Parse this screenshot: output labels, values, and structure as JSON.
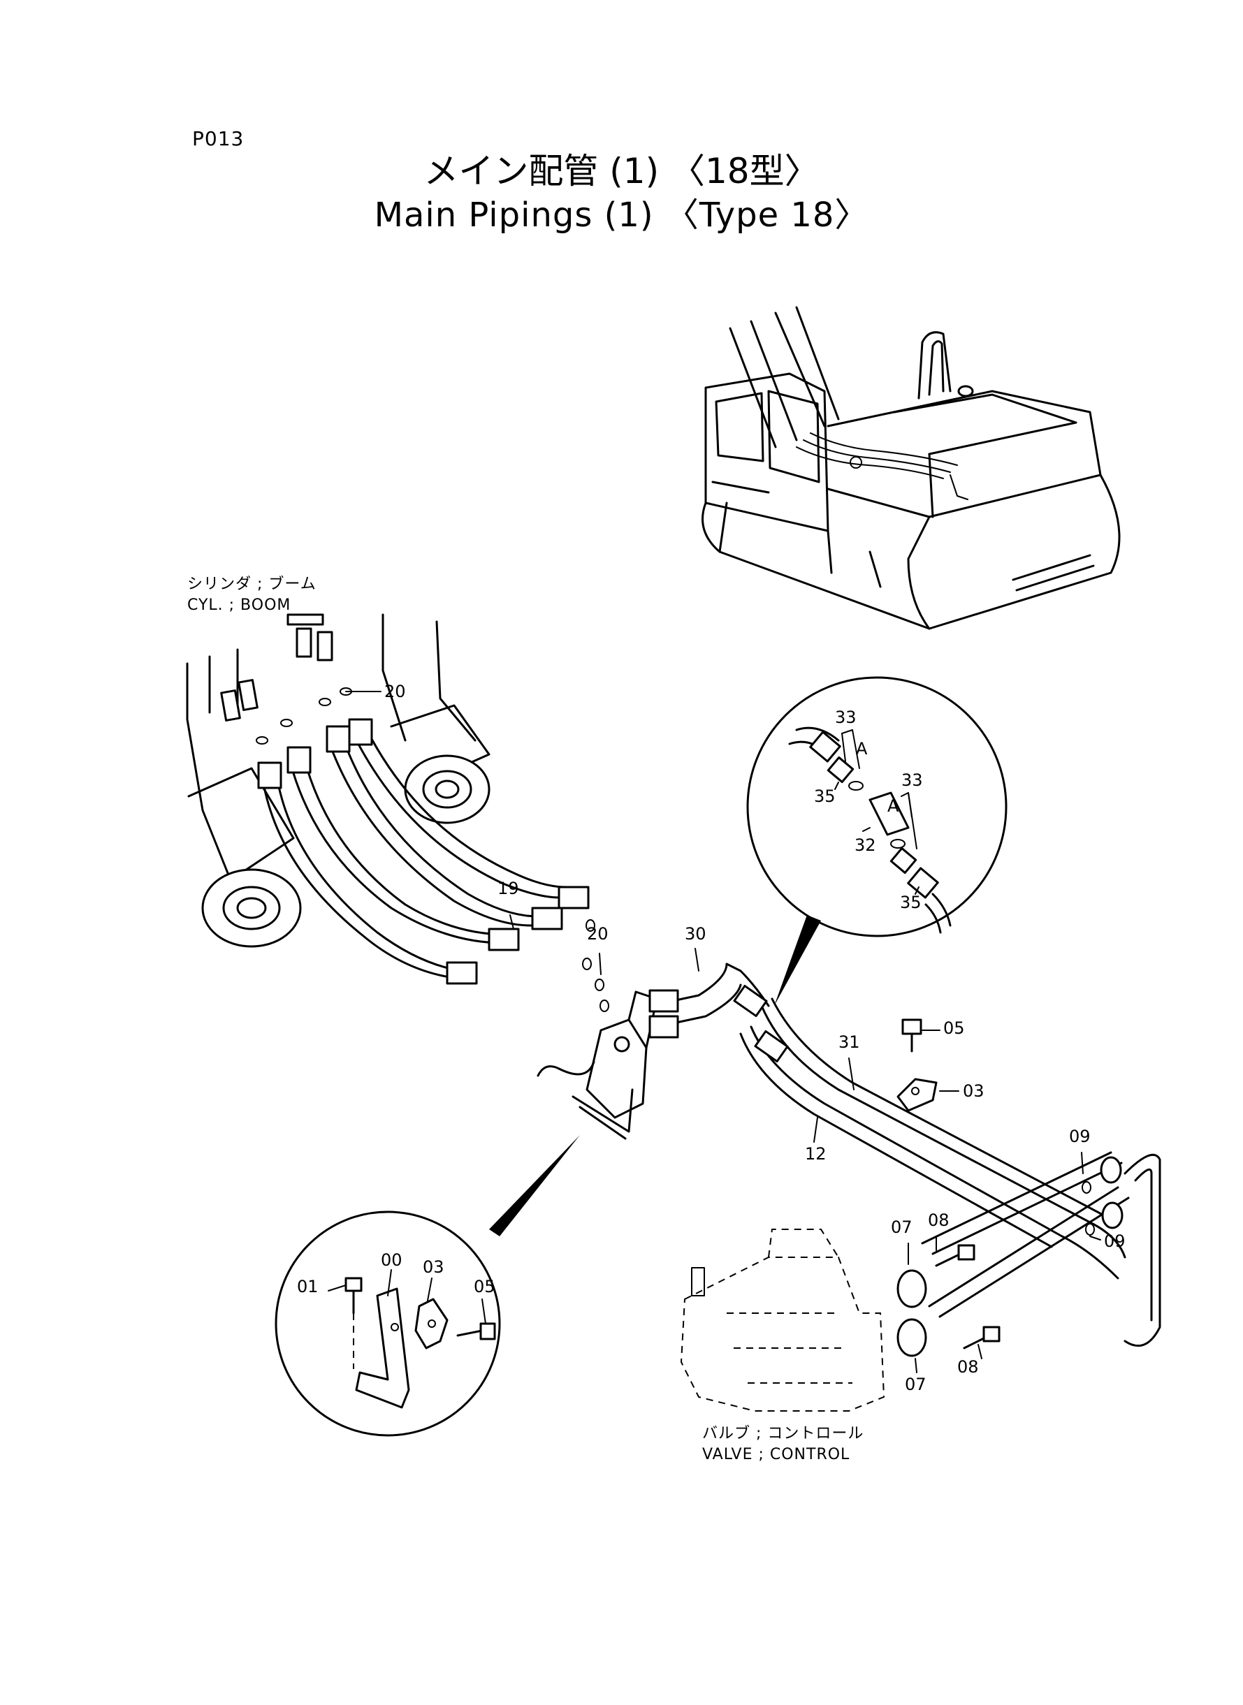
{
  "page_code": "P013",
  "title_jp": "メイン配管 (1) 〈18型〉",
  "title_en": "Main Pipings (1) 〈Type 18〉",
  "callouts": {
    "boom_cylinder_jp": "シリンダ ; ブーム",
    "boom_cylinder_en": "CYL. ; BOOM",
    "control_valve_jp": "バルブ ; コントロール",
    "control_valve_en": "VALVE ; CONTROL",
    "detail_mark": "A"
  },
  "part_labels": {
    "p19": "19",
    "p20a": "20",
    "p20b": "20",
    "p30": "30",
    "p31": "31",
    "p12": "12",
    "p32": "32",
    "p33a": "33",
    "p33b": "33",
    "p35a": "35",
    "p35b": "35",
    "p05a": "05",
    "p05b": "05",
    "p03a": "03",
    "p03b": "03",
    "p09a": "09",
    "p09b": "09",
    "p08a": "08",
    "p08b": "08",
    "p07a": "07",
    "p07b": "07",
    "p00": "00",
    "p01": "01"
  }
}
